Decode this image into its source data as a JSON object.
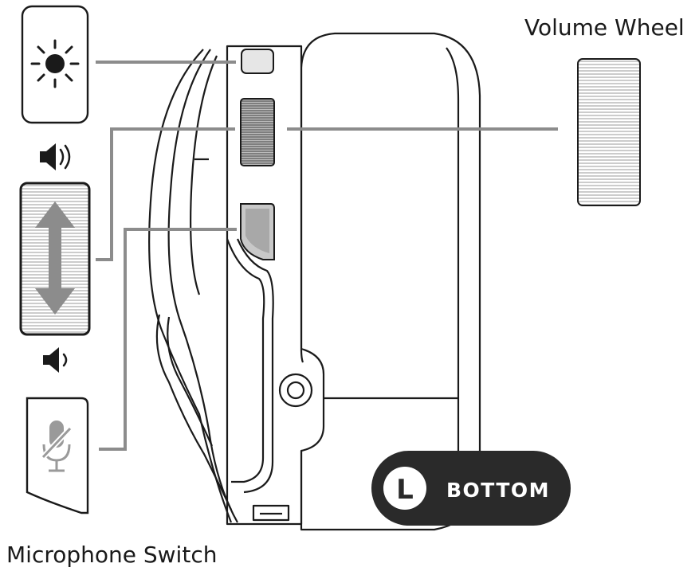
{
  "labels": {
    "volume_wheel": "Volume Wheel",
    "microphone_switch": "Microphone Switch"
  },
  "badge": {
    "letter": "L",
    "text": "BOTTOM"
  },
  "colors": {
    "outline": "#1a1a1a",
    "leader_line": "#8c8c8c",
    "badge_bg": "#2a2a2a",
    "icon_gray": "#9a9a9a"
  }
}
